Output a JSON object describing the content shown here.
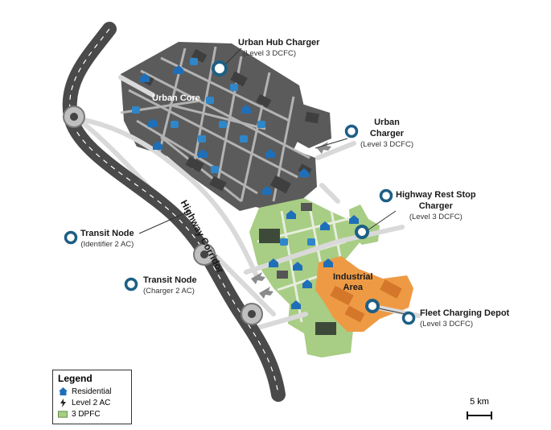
{
  "zones": {
    "urban_core": "Urban Core",
    "industrial_area": "Industrial\nArea",
    "highway_corridor": "Highway Corridor"
  },
  "stations": [
    {
      "title": "Urban Hub Charger",
      "subtitle": "(Level 3 DCFC)"
    },
    {
      "title": "Urban\nCharger",
      "subtitle": "(Level 3 DCFC)"
    },
    {
      "title": "Highway Rest Stop\nCharger",
      "subtitle": "(Level 3 DCFC)"
    },
    {
      "title": "Fleet Charging Depot",
      "subtitle": "(Level 3 DCFC)"
    },
    {
      "title": "Transit Node",
      "subtitle": "(Identifier 2 AC)"
    },
    {
      "title": "Transit Node",
      "subtitle": "(Charger 2 AC)"
    }
  ],
  "legend": {
    "title": "Legend",
    "items": [
      {
        "label": "Residential",
        "icon": "house-icon"
      },
      {
        "label": "Level 2 AC",
        "icon": "bolt-icon"
      },
      {
        "label": "3 DPFC",
        "icon": "green-swatch-icon"
      }
    ]
  },
  "scale": {
    "label": "5 km"
  },
  "colors": {
    "road": "#4d4d4d",
    "urban": "#5b5b5b",
    "green": "#a8cd84",
    "industrial": "#ee9a45",
    "marker": "#1d5f85"
  }
}
